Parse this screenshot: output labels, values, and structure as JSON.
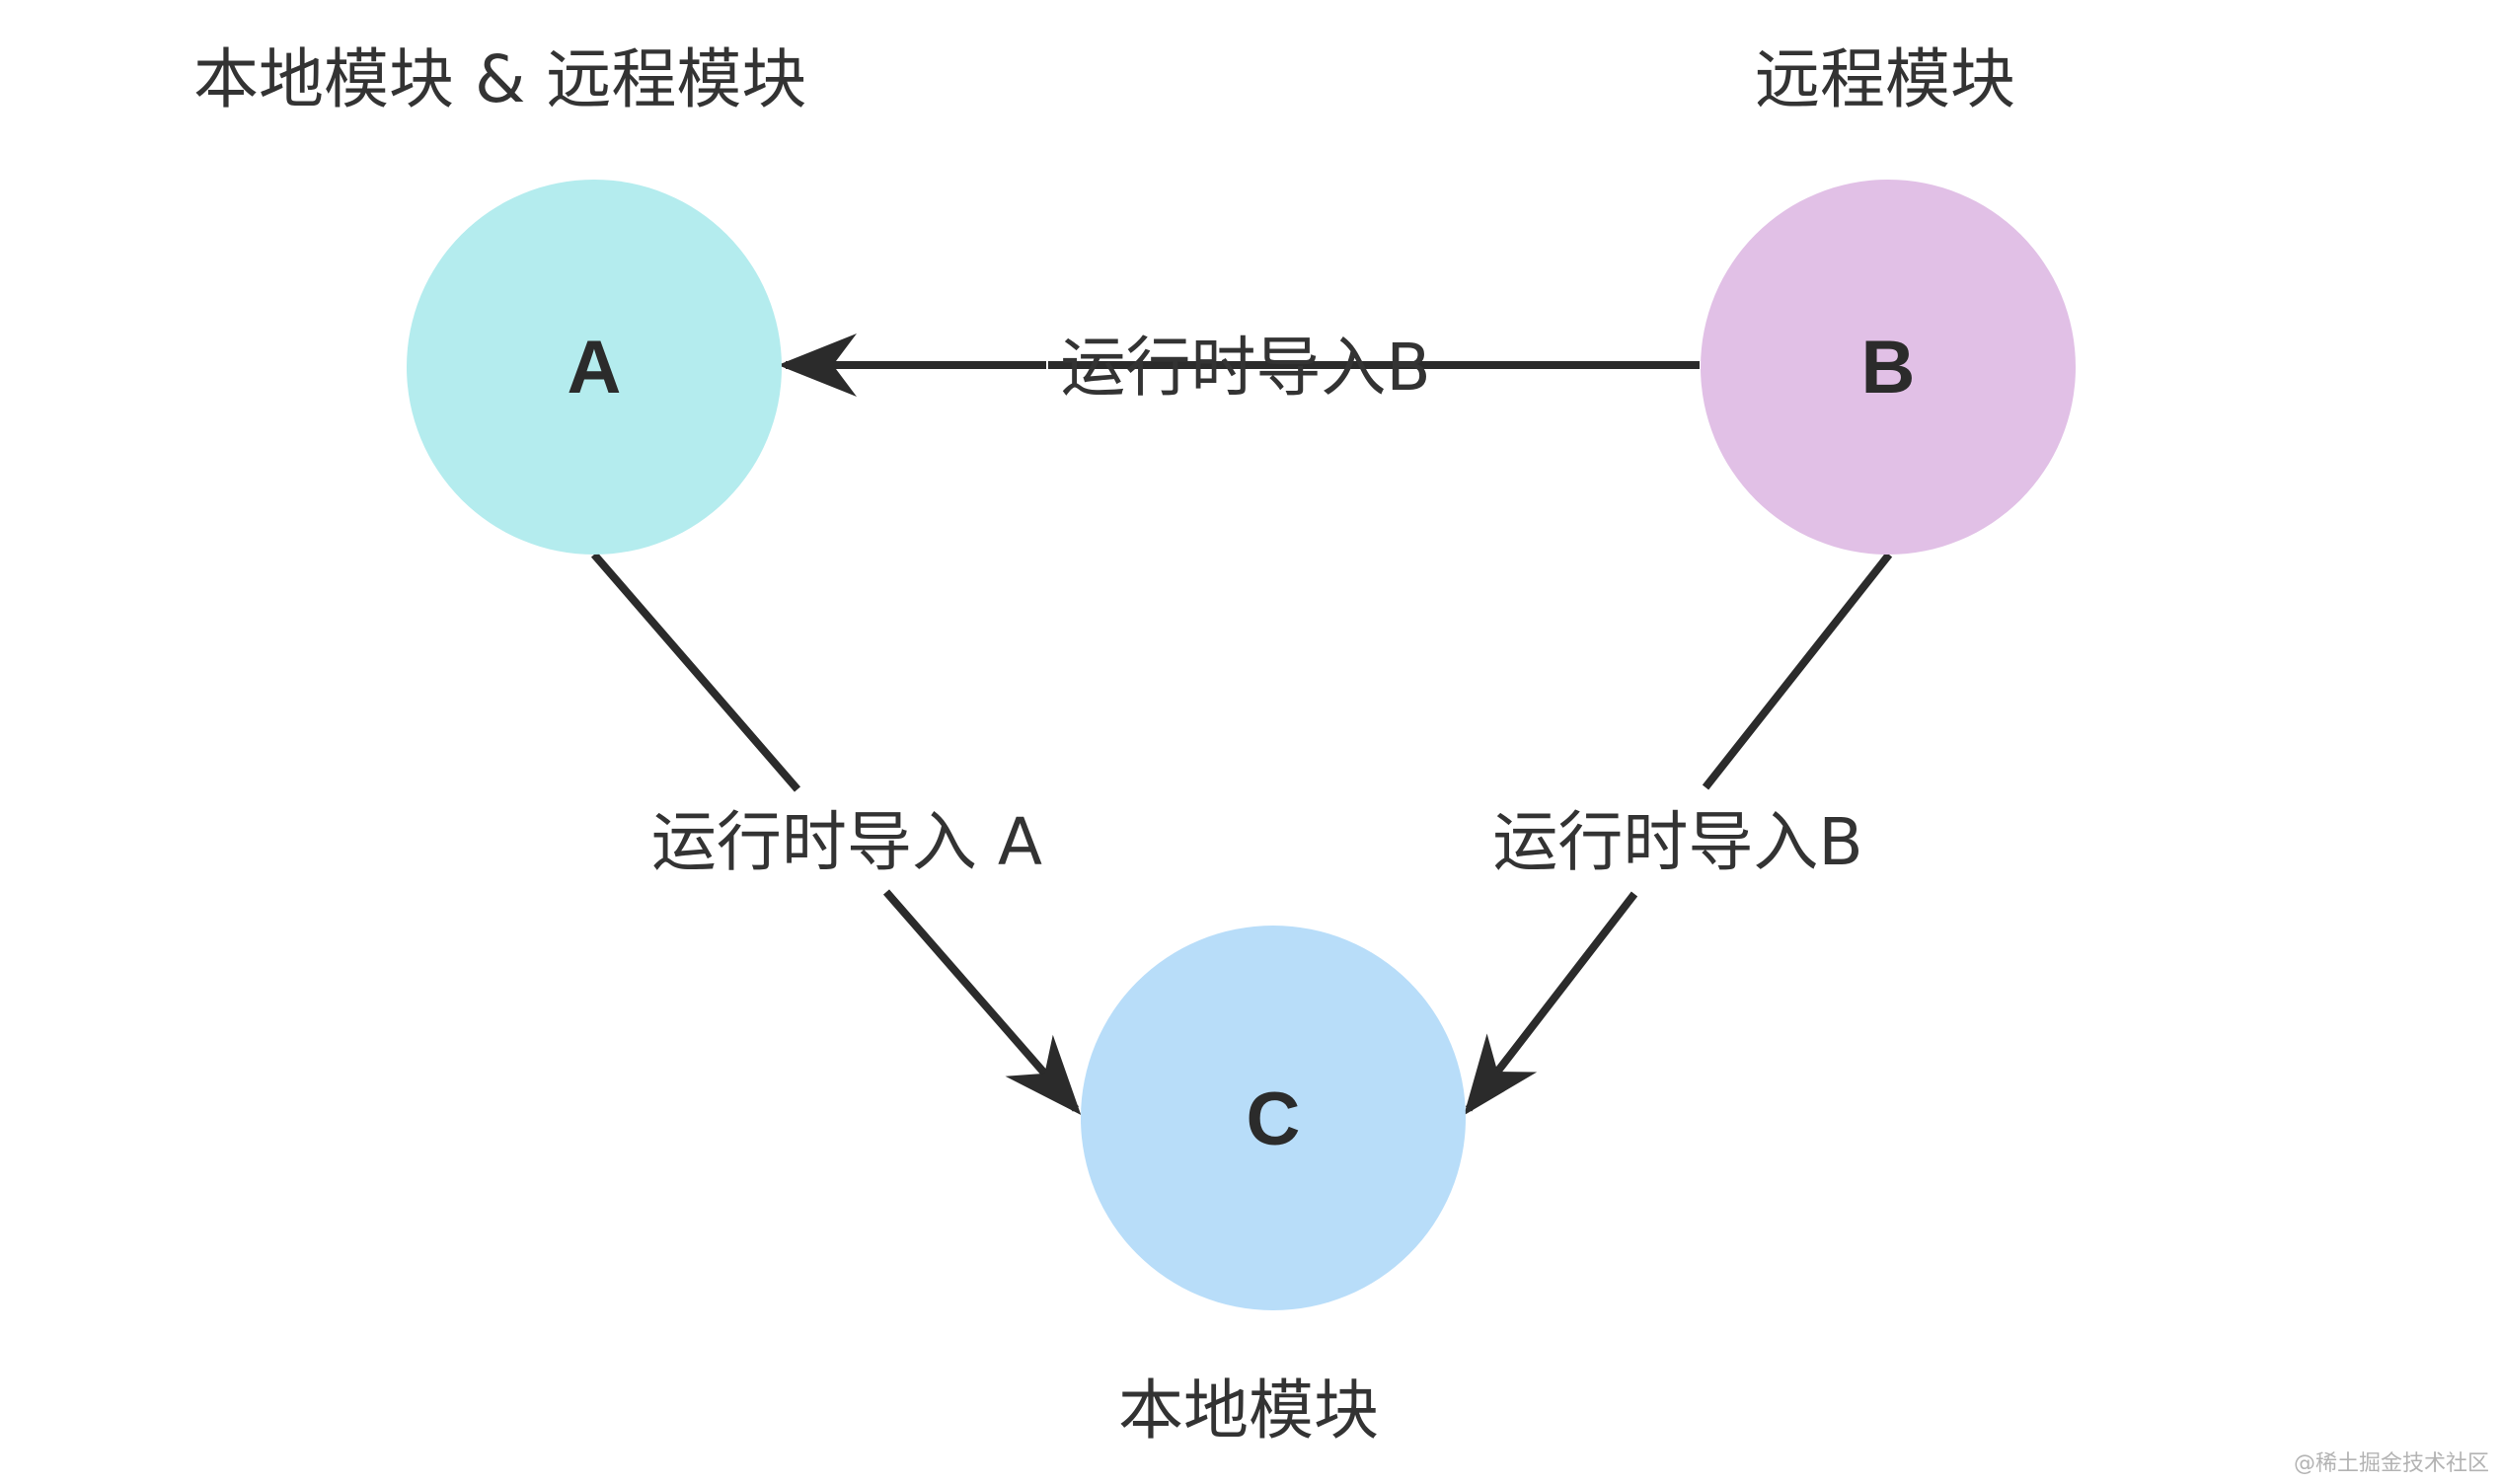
{
  "nodes": {
    "a": {
      "letter": "A",
      "caption": "本地模块 & 远程模块",
      "color": "#b4ecee"
    },
    "b": {
      "letter": "B",
      "caption": "远程模块",
      "color": "#e1c0e6"
    },
    "c": {
      "letter": "C",
      "caption": "本地模块",
      "color": "#b8ddf9"
    }
  },
  "edges": {
    "b_to_a": {
      "from": "B",
      "to": "A",
      "label": "运行时导入B"
    },
    "a_to_c": {
      "from": "A",
      "to": "C",
      "label": "运行时导入 A"
    },
    "b_to_c": {
      "from": "B",
      "to": "C",
      "label": "运行时导入B"
    }
  },
  "colors": {
    "edge": "#2b2b2b",
    "text": "#333333"
  },
  "watermark": "@稀土掘金技术社区"
}
